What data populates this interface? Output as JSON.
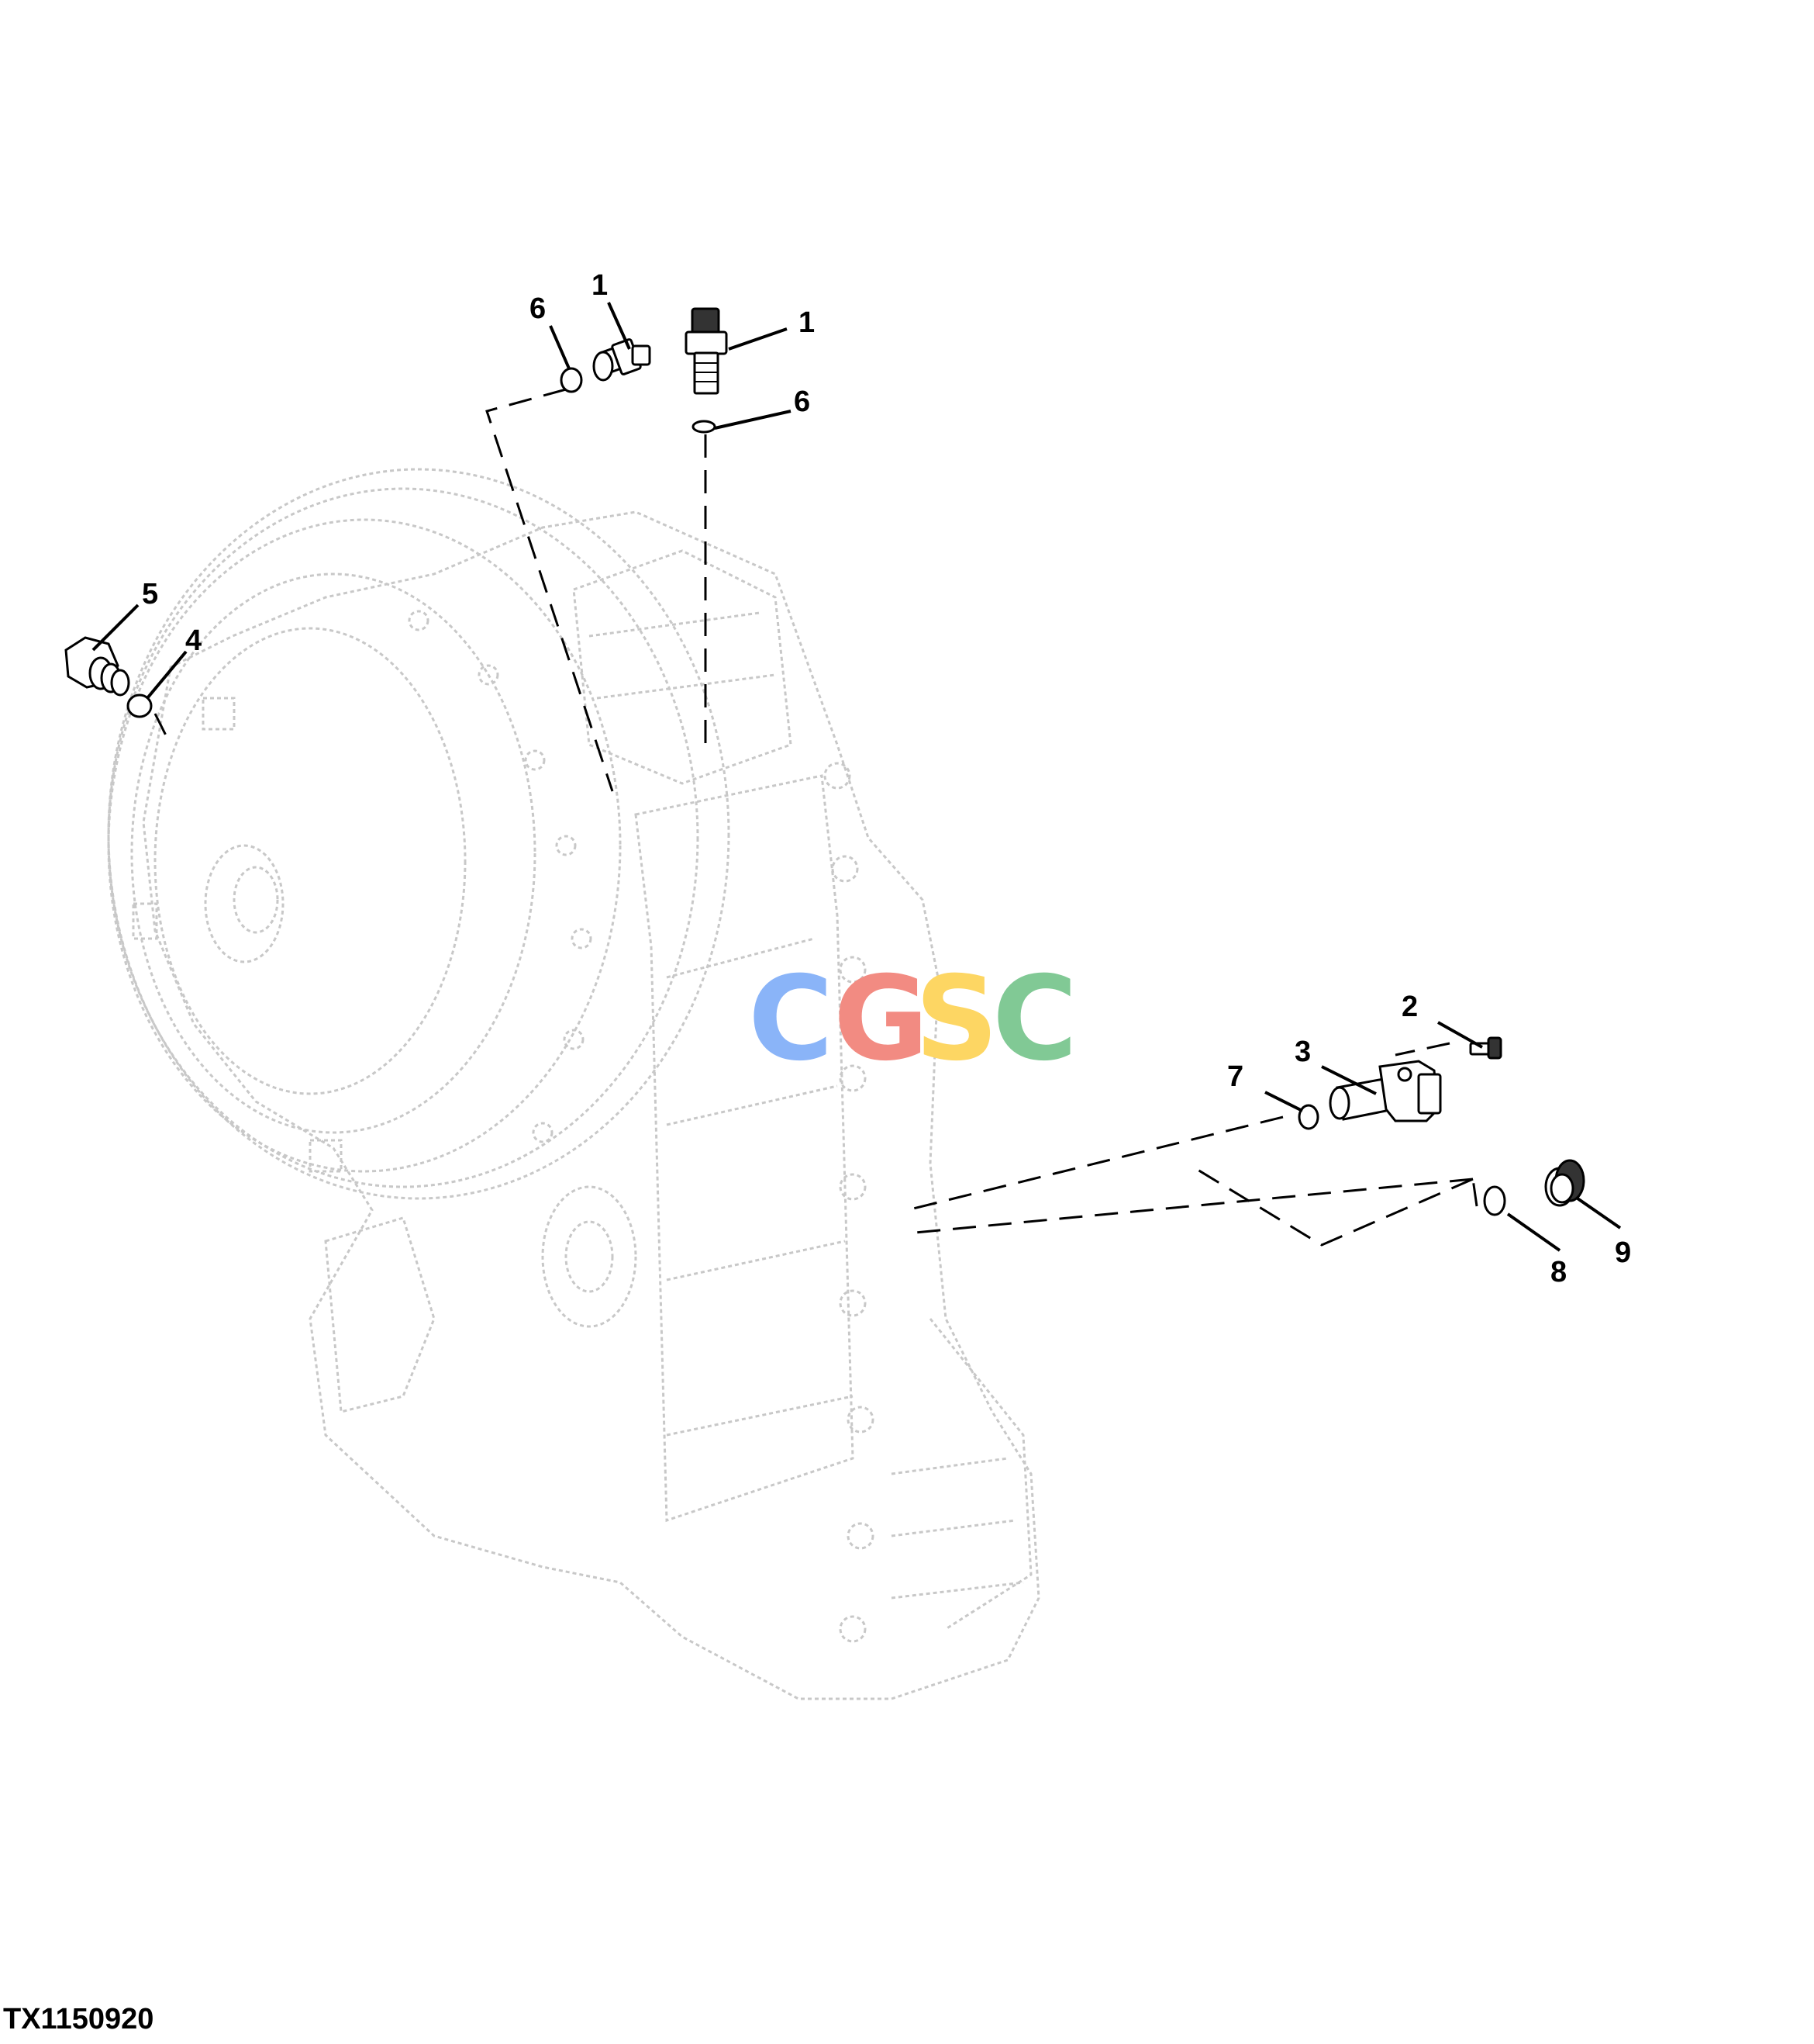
{
  "figure_id": "TX1150920",
  "watermark": {
    "letters": [
      "C",
      "G",
      "S",
      "C"
    ],
    "colors": [
      "#8ab4f8",
      "#f28b82",
      "#fdd663",
      "#81c995"
    ]
  },
  "callouts": {
    "c1a": "1",
    "c1b": "1",
    "c6a": "6",
    "c6b": "6",
    "c5": "5",
    "c4": "4",
    "c2": "2",
    "c3": "3",
    "c7": "7",
    "c8": "8",
    "c9": "9"
  }
}
